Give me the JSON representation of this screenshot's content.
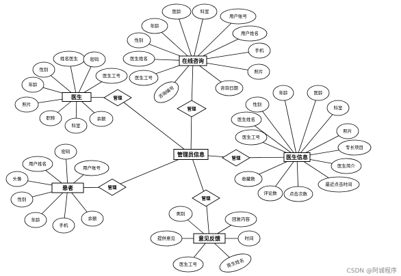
{
  "diagram": {
    "entities": [
      {
        "id": "online",
        "label": "在线咨询"
      },
      {
        "id": "doctor",
        "label": "医生"
      },
      {
        "id": "admin",
        "label": "管理员信息"
      },
      {
        "id": "docinfo",
        "label": "医生信息"
      },
      {
        "id": "patient",
        "label": "患者"
      },
      {
        "id": "feedback",
        "label": "意见反馈"
      }
    ],
    "attributes": [
      {
        "id": "oc1",
        "entity": "online",
        "label": "医龄"
      },
      {
        "id": "oc2",
        "entity": "online",
        "label": "科室"
      },
      {
        "id": "oc3",
        "entity": "online",
        "label": "用户账号"
      },
      {
        "id": "oc4",
        "entity": "online",
        "label": "年龄"
      },
      {
        "id": "oc5",
        "entity": "online",
        "label": "用户姓名"
      },
      {
        "id": "oc6",
        "entity": "online",
        "label": "性别"
      },
      {
        "id": "oc7",
        "entity": "online",
        "label": "手机"
      },
      {
        "id": "oc8",
        "entity": "online",
        "label": "医生姓名"
      },
      {
        "id": "oc9",
        "entity": "online",
        "label": "照片"
      },
      {
        "id": "oc10",
        "entity": "online",
        "label": "医生工号"
      },
      {
        "id": "oc11",
        "entity": "online",
        "label": "咨询编号"
      },
      {
        "id": "oc12",
        "entity": "online",
        "label": "咨询日期"
      },
      {
        "id": "d1",
        "entity": "doctor",
        "label": "姓名医生"
      },
      {
        "id": "d2",
        "entity": "doctor",
        "label": "密码"
      },
      {
        "id": "d3",
        "entity": "doctor",
        "label": "性别"
      },
      {
        "id": "d4",
        "entity": "doctor",
        "label": "医生工号"
      },
      {
        "id": "d5",
        "entity": "doctor",
        "label": "年龄"
      },
      {
        "id": "d6",
        "entity": "doctor",
        "label": "照片"
      },
      {
        "id": "d7",
        "entity": "doctor",
        "label": "职称"
      },
      {
        "id": "d8",
        "entity": "doctor",
        "label": "余额"
      },
      {
        "id": "d9",
        "entity": "doctor",
        "label": "科室"
      },
      {
        "id": "di1",
        "entity": "docinfo",
        "label": "年龄"
      },
      {
        "id": "di2",
        "entity": "docinfo",
        "label": "医龄"
      },
      {
        "id": "di3",
        "entity": "docinfo",
        "label": "性别"
      },
      {
        "id": "di4",
        "entity": "docinfo",
        "label": "科室"
      },
      {
        "id": "di5",
        "entity": "docinfo",
        "label": "医生姓名"
      },
      {
        "id": "di6",
        "entity": "docinfo",
        "label": "照片"
      },
      {
        "id": "di7",
        "entity": "docinfo",
        "label": "医生工号"
      },
      {
        "id": "di8",
        "entity": "docinfo",
        "label": "专长项目"
      },
      {
        "id": "di9",
        "entity": "docinfo",
        "label": "医生简介"
      },
      {
        "id": "di10",
        "entity": "docinfo",
        "label": "收藏数"
      },
      {
        "id": "di11",
        "entity": "docinfo",
        "label": "评论数"
      },
      {
        "id": "di12",
        "entity": "docinfo",
        "label": "点击次数"
      },
      {
        "id": "di13",
        "entity": "docinfo",
        "label": "最近点击时间"
      },
      {
        "id": "p1",
        "entity": "patient",
        "label": "密码"
      },
      {
        "id": "p2",
        "entity": "patient",
        "label": "用户姓名"
      },
      {
        "id": "p3",
        "entity": "patient",
        "label": "用户账号"
      },
      {
        "id": "p4",
        "entity": "patient",
        "label": "头像"
      },
      {
        "id": "p5",
        "entity": "patient",
        "label": "性别"
      },
      {
        "id": "p6",
        "entity": "patient",
        "label": "年龄"
      },
      {
        "id": "p7",
        "entity": "patient",
        "label": "手机"
      },
      {
        "id": "p8",
        "entity": "patient",
        "label": "余额"
      },
      {
        "id": "f1",
        "entity": "feedback",
        "label": "类别"
      },
      {
        "id": "f2",
        "entity": "feedback",
        "label": "回复内容"
      },
      {
        "id": "f3",
        "entity": "feedback",
        "label": "提供意见"
      },
      {
        "id": "f4",
        "entity": "feedback",
        "label": "时间"
      },
      {
        "id": "f5",
        "entity": "feedback",
        "label": "医生工号"
      },
      {
        "id": "f6",
        "entity": "feedback",
        "label": "医生姓名"
      }
    ],
    "relationships": [
      {
        "id": "r1",
        "label": "管理",
        "between": [
          "doctor",
          "admin"
        ]
      },
      {
        "id": "r2",
        "label": "管理",
        "between": [
          "online",
          "admin"
        ]
      },
      {
        "id": "r3",
        "label": "管理",
        "between": [
          "admin",
          "docinfo"
        ]
      },
      {
        "id": "r4",
        "label": "管理",
        "between": [
          "patient",
          "admin"
        ]
      },
      {
        "id": "r5",
        "label": "管理",
        "between": [
          "admin",
          "feedback"
        ]
      }
    ]
  },
  "watermark": "CSDN @阿诚程序"
}
